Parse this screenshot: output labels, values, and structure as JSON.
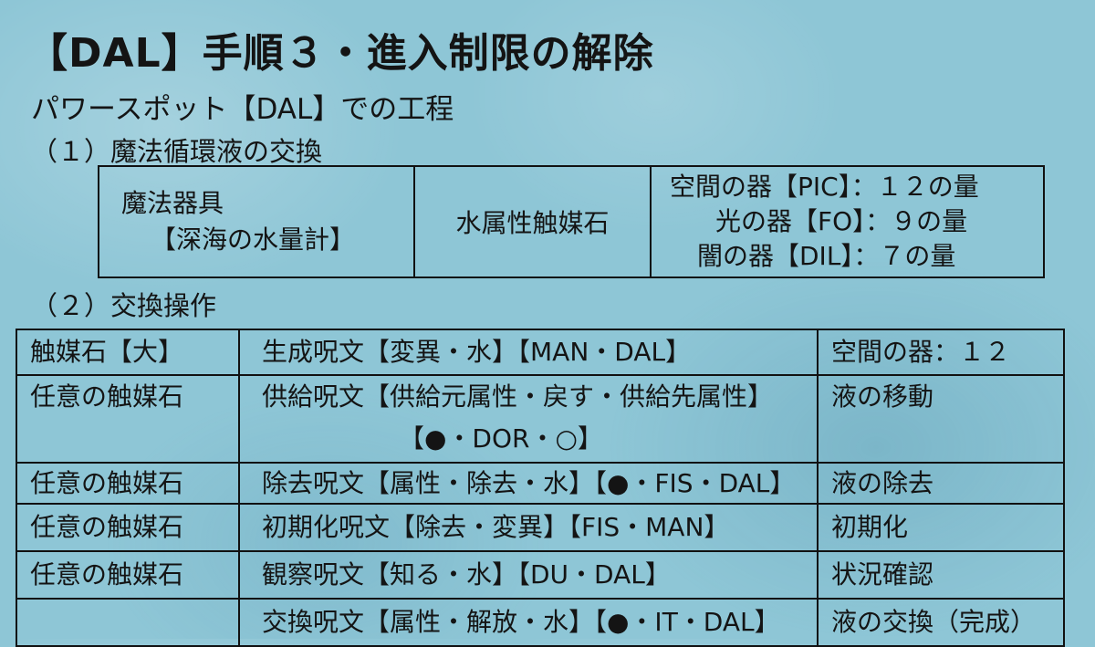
{
  "title": "【DAL】手順３・進入制限の解除",
  "subtitle": "パワースポット【DAL】での工程",
  "section1": {
    "heading": "（１）魔法循環液の交換",
    "tool_line1": "魔法器具",
    "tool_line2": "【深海の水量計】",
    "catalyst": "水属性触媒石",
    "vessels": [
      "空間の器【PIC】：１２の量",
      "光の器【FO】：９の量",
      "闇の器【DIL】：７の量"
    ]
  },
  "section2": {
    "heading": "（２）交換操作",
    "rows": [
      {
        "a": "触媒石【大】",
        "b": "生成呪文【変異・水】【MAN・DAL】",
        "b2": "",
        "c": "空間の器：１２"
      },
      {
        "a": "任意の触媒石",
        "b": "供給呪文【供給元属性・戻す・供給先属性】",
        "b2": "【●・DOR・○】",
        "c": "液の移動"
      },
      {
        "a": "任意の触媒石",
        "b": "除去呪文【属性・除去・水】【●・FIS・DAL】",
        "b2": "",
        "c": "液の除去"
      },
      {
        "a": "任意の触媒石",
        "b": "初期化呪文【除去・変異】【FIS・MAN】",
        "b2": "",
        "c": "初期化"
      },
      {
        "a": "任意の触媒石",
        "b": "観察呪文【知る・水】【DU・DAL】",
        "b2": "",
        "c": "状況確認"
      },
      {
        "a": "",
        "b": "交換呪文【属性・解放・水】【●・IT・DAL】",
        "b2": "",
        "c": "液の交換（完成）"
      }
    ]
  }
}
